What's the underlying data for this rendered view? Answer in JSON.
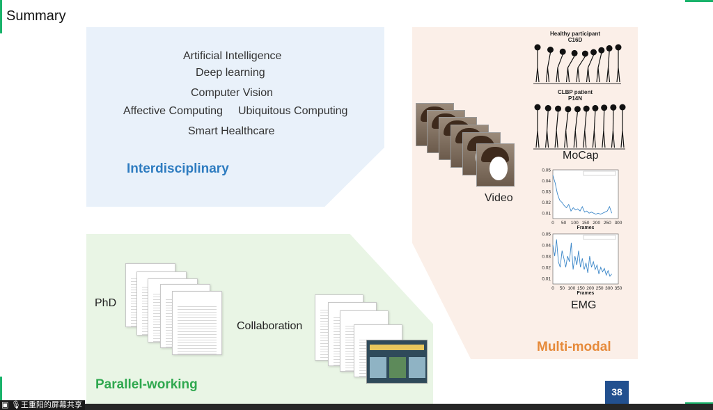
{
  "slide": {
    "title": "Summary",
    "page_number": "38"
  },
  "interdisciplinary": {
    "topics": [
      "Artificial Intelligence",
      "Deep learning",
      "Computer Vision",
      "Affective Computing",
      "Ubiquitous Computing",
      "Smart Healthcare"
    ],
    "label": "Interdisciplinary"
  },
  "parallel": {
    "phd_label": "PhD",
    "collab_label": "Collaboration",
    "label": "Parallel-working"
  },
  "multimodal": {
    "healthy_title": "Healthy participant",
    "healthy_id": "C16D",
    "clbp_title": "CLBP patient",
    "clbp_id": "P14N",
    "mocap_label": "MoCap",
    "video_label": "Video",
    "emg_label": "EMG",
    "label": "Multi-modal"
  },
  "chart_data": [
    {
      "type": "line",
      "xlabel": "Frames",
      "x_ticks": [
        "0",
        "50",
        "100",
        "150",
        "200",
        "250",
        "300"
      ],
      "y_ticks": [
        "0.01",
        "0.02",
        "0.03",
        "0.04",
        "0.05"
      ],
      "xlim": [
        0,
        300
      ],
      "ylim": [
        0.005,
        0.05
      ],
      "series": [
        {
          "color": "#3a86c8",
          "values": [
            0.045,
            0.038,
            0.028,
            0.022,
            0.02,
            0.017,
            0.015,
            0.018,
            0.012,
            0.015,
            0.013,
            0.014,
            0.012,
            0.016,
            0.011,
            0.012,
            0.01,
            0.011,
            0.01,
            0.009,
            0.01,
            0.009,
            0.01,
            0.011,
            0.012,
            0.016,
            0.01
          ]
        }
      ]
    },
    {
      "type": "line",
      "xlabel": "Frames",
      "x_ticks": [
        "0",
        "50",
        "100",
        "150",
        "200",
        "250",
        "300",
        "350"
      ],
      "y_ticks": [
        "0.01",
        "0.02",
        "0.03",
        "0.04",
        "0.05"
      ],
      "xlim": [
        0,
        350
      ],
      "ylim": [
        0.005,
        0.05
      ],
      "series": [
        {
          "color": "#3a86c8",
          "values": [
            0.04,
            0.03,
            0.045,
            0.025,
            0.02,
            0.035,
            0.028,
            0.02,
            0.03,
            0.025,
            0.042,
            0.018,
            0.03,
            0.022,
            0.035,
            0.02,
            0.028,
            0.018,
            0.024,
            0.015,
            0.03,
            0.02,
            0.025,
            0.018,
            0.022,
            0.014,
            0.02,
            0.016,
            0.019,
            0.013,
            0.017,
            0.012,
            0.014
          ]
        }
      ]
    }
  ],
  "share": {
    "label": "王重阳的屏幕共享"
  }
}
